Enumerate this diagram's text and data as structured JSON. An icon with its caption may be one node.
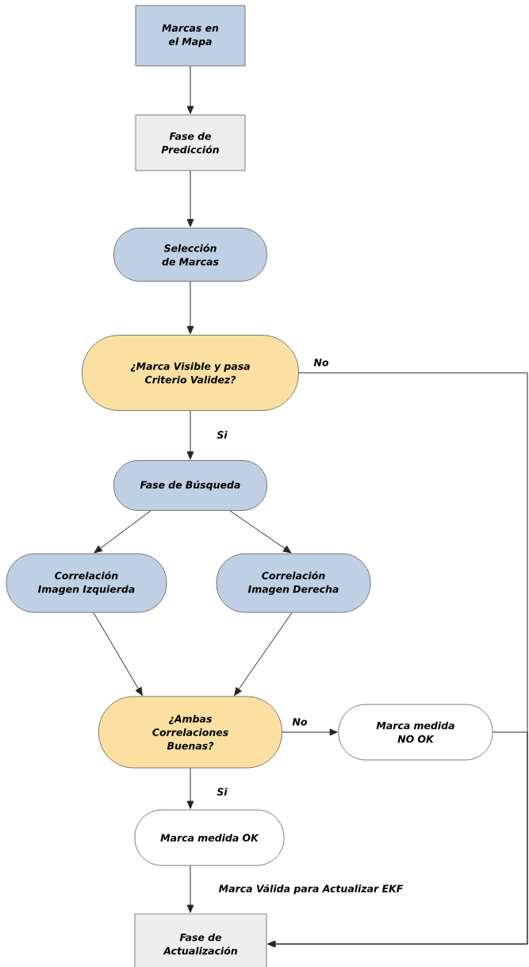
{
  "diagram": {
    "nodes": [
      {
        "text": [
          "Marcas en el Mapa"
        ]
      },
      {
        "text": [
          "Fase de Predicción"
        ]
      },
      {
        "text": [
          "Selección de Marcas"
        ]
      },
      {
        "text": [
          "¿Marca Visible y pasa Criterio Validez?"
        ]
      },
      {
        "text": [
          "Fase de Búsqueda"
        ]
      },
      {
        "text": [
          "Correlación Imagen Izquierda"
        ]
      },
      {
        "text": [
          "Correlación Imagen Derecha"
        ]
      },
      {
        "text": [
          "¿Ambas Correlaciones Buenas?"
        ]
      },
      {
        "text": [
          "Marca medida NO OK"
        ]
      },
      {
        "text": [
          "Marca medida OK"
        ]
      },
      {
        "text": [
          "Fase de Actualización"
        ]
      }
    ],
    "edges": [
      {
        "from": 0,
        "to": 1,
        "arrow": "to"
      },
      {
        "from": 1,
        "to": 2,
        "arrow": "to"
      },
      {
        "from": 2,
        "to": 3,
        "arrow": "to"
      },
      {
        "from": 3,
        "to": 4,
        "arrow": "to",
        "label": "Si"
      },
      {
        "from": 3,
        "to": 10,
        "arrow": "to",
        "label": "No"
      },
      {
        "from": 4,
        "to": 5,
        "arrow": "to"
      },
      {
        "from": 4,
        "to": 6,
        "arrow": "to"
      },
      {
        "from": 5,
        "to": 7,
        "arrow": "to"
      },
      {
        "from": 6,
        "to": 7,
        "arrow": "to"
      },
      {
        "from": 7,
        "to": 8,
        "arrow": "to",
        "label": "No"
      },
      {
        "from": 7,
        "to": 9,
        "arrow": "to",
        "label": "Si"
      },
      {
        "from": 9,
        "to": 10,
        "arrow": "to",
        "label": "Marca Válida para Actualizar EKF"
      },
      {
        "from": 8,
        "to": 10,
        "arrow": "to"
      }
    ]
  }
}
